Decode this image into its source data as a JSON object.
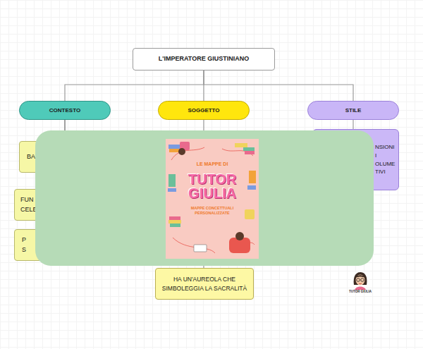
{
  "diagram": {
    "nodes": [
      {
        "text": [
          "L'IMPERATORE GIUSTINIANO"
        ]
      },
      {
        "text": [
          "CONTESTO"
        ]
      },
      {
        "text": [
          "BA"
        ]
      },
      {
        "text": [
          "FUN CELE"
        ]
      },
      {
        "text": [
          "P S"
        ]
      },
      {
        "text": [
          "SOGGETTO"
        ]
      },
      {
        "text": [
          "HA UN'AUREOLA CHE SIMBOLEGGIA LA SACRALITÀ"
        ]
      },
      {
        "text": [
          "STILE"
        ]
      },
      {
        "text": [
          "NSIONI I OLUME TIVI"
        ]
      }
    ],
    "edges": [
      {
        "from": 0,
        "to": 1,
        "arrow": "none"
      },
      {
        "from": 0,
        "to": 5,
        "arrow": "none"
      },
      {
        "from": 0,
        "to": 7,
        "arrow": "none"
      },
      {
        "from": 1,
        "to": 2,
        "arrow": "none"
      },
      {
        "from": 1,
        "to": 3,
        "arrow": "none"
      },
      {
        "from": 1,
        "to": 4,
        "arrow": "none"
      },
      {
        "from": 5,
        "to": 6,
        "arrow": "none"
      },
      {
        "from": 7,
        "to": 8,
        "arrow": "none"
      }
    ],
    "labels": [
      "LE MAPPE DI",
      "TUTOR GIULIA",
      "MAPPE CONCETTUALI PERSONALIZZATE",
      "TUTOR GIULIA"
    ]
  }
}
